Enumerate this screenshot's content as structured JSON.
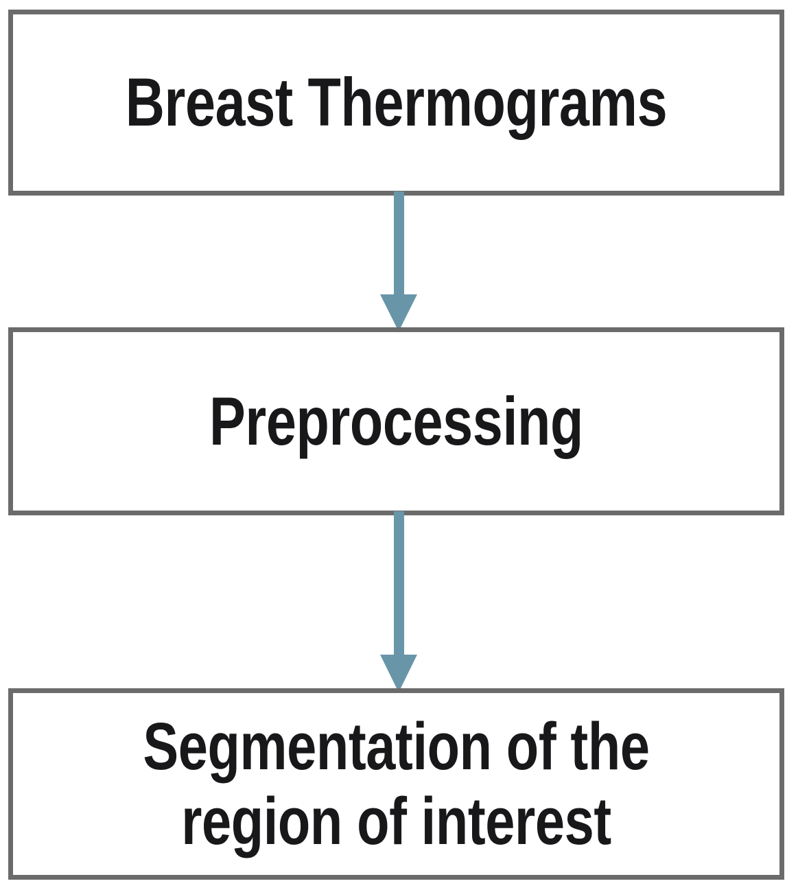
{
  "diagram": {
    "title": "Breast thermogram processing pipeline",
    "type": "flowchart",
    "orientation": "vertical",
    "background_color": "#ffffff",
    "node_border_color": "#6b6b6b",
    "node_fill_color": "#ffffff",
    "node_text_color": "#18181a",
    "arrow_color": "#6995a8",
    "nodes": [
      {
        "id": "thermograms",
        "label": "Breast Thermograms",
        "shape": "rectangle",
        "order": 1
      },
      {
        "id": "preprocessing",
        "label": "Preprocessing",
        "shape": "rectangle",
        "order": 2
      },
      {
        "id": "segmentation",
        "label": "Segmentation of the\nregion of interest",
        "shape": "rectangle",
        "order": 3
      }
    ],
    "edges": [
      {
        "id": "edge-1",
        "from": "thermograms",
        "to": "preprocessing",
        "style": "solid-arrow",
        "direction": "down",
        "label": ""
      },
      {
        "id": "edge-2",
        "from": "preprocessing",
        "to": "segmentation",
        "style": "solid-arrow",
        "direction": "down",
        "label": ""
      }
    ]
  }
}
